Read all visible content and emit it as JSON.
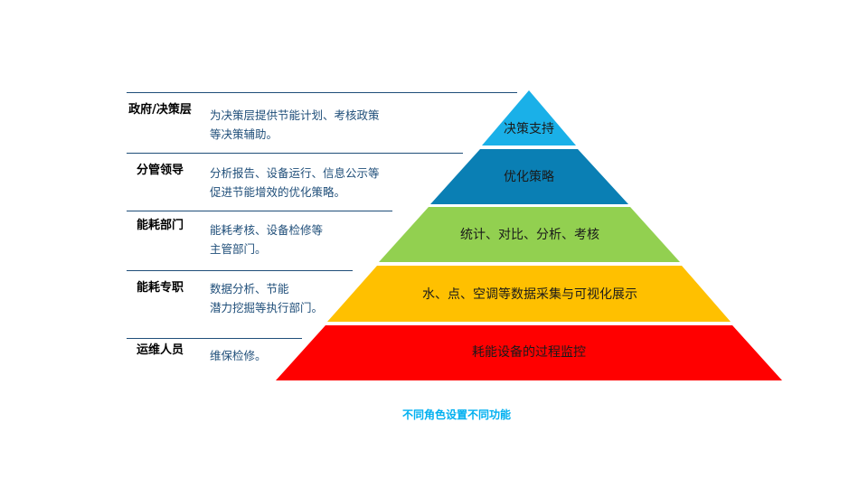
{
  "roles": [
    {
      "name": "政府/决策层",
      "desc1": "为决策层提供节能计划、考核政策",
      "desc2": "等决策辅助。"
    },
    {
      "name": "分管领导",
      "desc1": "分析报告、设备运行、信息公示等",
      "desc2": "促进节能增效的优化策略。"
    },
    {
      "name": "能耗部门",
      "desc1": "能耗考核、设备检修等",
      "desc2": "主管部门。"
    },
    {
      "name": "能耗专职",
      "desc1": "数据分析、节能",
      "desc2": "潜力挖掘等执行部门。"
    },
    {
      "name": "运维人员",
      "desc1": "维保检修。",
      "desc2": ""
    }
  ],
  "pyramid": [
    {
      "label": "决策支持",
      "color": "#1ab0e8"
    },
    {
      "label": "优化策略",
      "color": "#0a7fb4"
    },
    {
      "label": "统计、对比、分析、考核",
      "color": "#92d050"
    },
    {
      "label": "水、点、空调等数据采集与可视化展示",
      "color": "#ffc000"
    },
    {
      "label": "耗能设备的过程监控",
      "color": "#ff0000"
    }
  ],
  "caption": "不同角色设置不同功能",
  "colors": {
    "line": "#1f4e79",
    "desc_text": "#1f4e79",
    "caption": "#00b0f0"
  }
}
